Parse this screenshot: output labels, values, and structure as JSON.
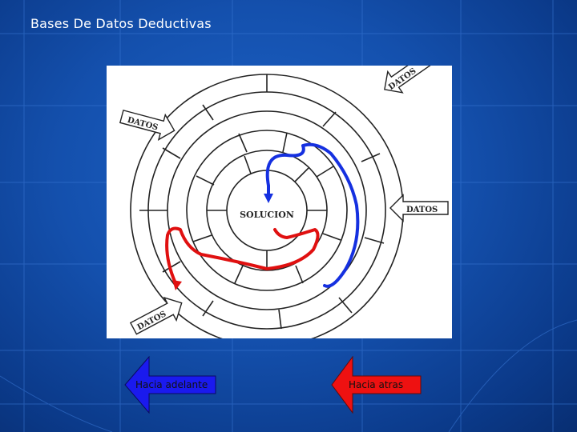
{
  "slide": {
    "title": "Bases De Datos Deductivas"
  },
  "diagram": {
    "center_label": "SOLUCION",
    "arrow_labels": [
      "DATOS",
      "DATOS",
      "DATOS",
      "DATOS"
    ],
    "path_colors": {
      "forward": "#e01010",
      "backward": "#1530e0"
    }
  },
  "navigation": {
    "forward": {
      "label": "Hacia adelante",
      "color": "#1a1aee",
      "direction": "left"
    },
    "backward": {
      "label": "Hacia atras",
      "color": "#ee1111",
      "direction": "left"
    }
  },
  "colors": {
    "background": "#1450ad",
    "grid_lines": "#3a78d6"
  }
}
